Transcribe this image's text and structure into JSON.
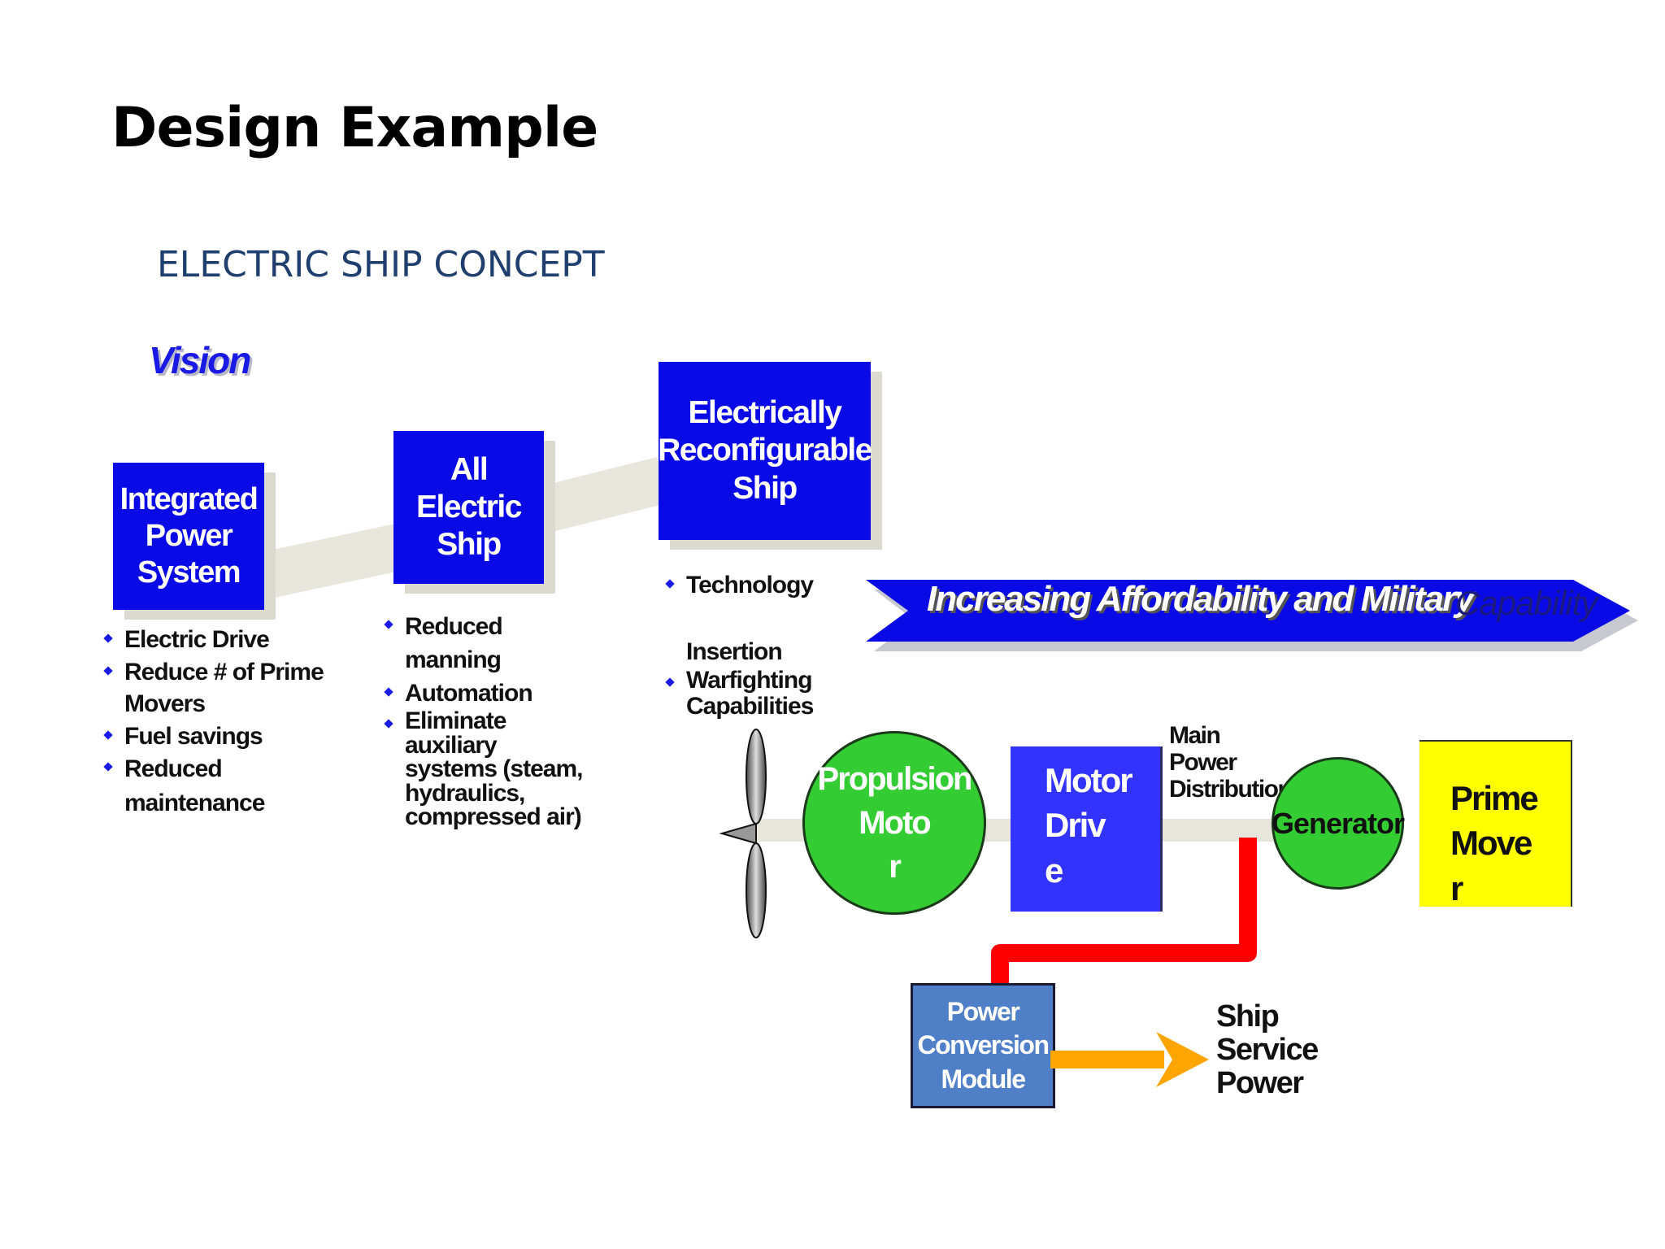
{
  "slide": {
    "title": "Design Example",
    "subtitle": "ELECTRIC SHIP CONCEPT",
    "vision_label": "Vision"
  },
  "stages": [
    {
      "label": "Integrated\nPower\nSystem",
      "bullets": [
        "Electric Drive",
        "Reduce # of Prime\nMovers",
        "Fuel savings",
        "Reduced\nmaintenance"
      ]
    },
    {
      "label": "All\nElectric\nShip",
      "bullets": [
        "Reduced\nmanning",
        "Automation",
        "Eliminate\nauxiliary\nsystems (steam,\nhydraulics,\ncompressed air)"
      ]
    },
    {
      "label": "Electrically\nReconfigurable\nShip",
      "bullets": [
        "Technology",
        "Insertion",
        "Warfighting\nCapabilities"
      ]
    }
  ],
  "banner": {
    "text_main": "Increasing Affordability and Military",
    "text_tail": "Capability",
    "color": "#0a0ae6"
  },
  "power_system": {
    "propulsion_motor": "Propulsion\nMoto\nr",
    "motor_drive": "Motor\nDriv\ne",
    "main_distribution": "Main\nPower\nDistribution",
    "generator": "Generator",
    "prime_mover": "Prime\nMove\nr",
    "power_conversion_module": "Power\nConversion\nModule",
    "ship_service_power": "Ship\nService\nPower"
  },
  "colors": {
    "stage_blue": "#0a0ae6",
    "motor_drive_blue": "#3333ff",
    "circle_green": "#33cc33",
    "prime_mover_yellow": "#ffff00",
    "distribution_red": "#ff0000",
    "ship_service_arrow": "#ffa500",
    "pcm_blue": "#4f7fc7"
  },
  "icons": [
    "propeller-icon",
    "bullet-diamond-icon"
  ]
}
